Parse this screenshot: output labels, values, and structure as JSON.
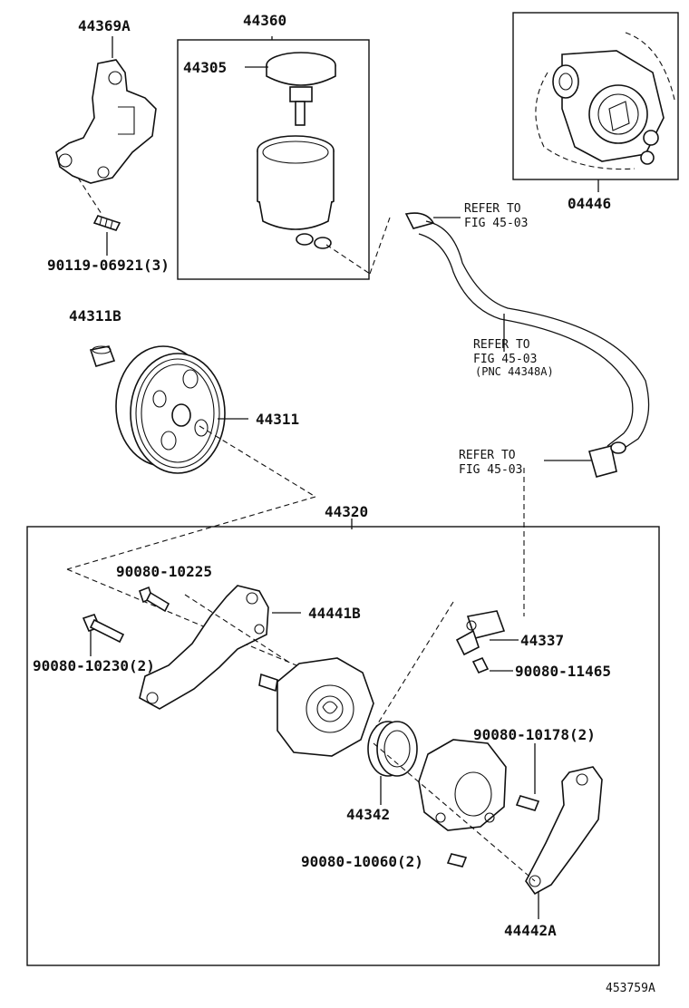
{
  "labels": {
    "p44369A": "44369A",
    "p44360": "44360",
    "p44305": "44305",
    "p04446": "04446",
    "p90119": "90119-06921(3)",
    "p44311B": "44311B",
    "p44311": "44311",
    "p44320": "44320",
    "p90080_10225": "90080-10225",
    "p44441B": "44441B",
    "p90080_10230": "90080-10230(2)",
    "p44337": "44337",
    "p90080_11465": "90080-11465",
    "p90080_10178": "90080-10178(2)",
    "p44342": "44342",
    "p90080_10060": "90080-10060(2)",
    "p44442A": "44442A",
    "refer1_a": "REFER TO",
    "refer1_b": "FIG 45-03",
    "refer2_a": "REFER TO",
    "refer2_b": "FIG 45-03",
    "refer2_c": "(PNC 44348A)",
    "refer3_a": "REFER TO",
    "refer3_b": "FIG 45-03",
    "figure_id": "453759A"
  }
}
